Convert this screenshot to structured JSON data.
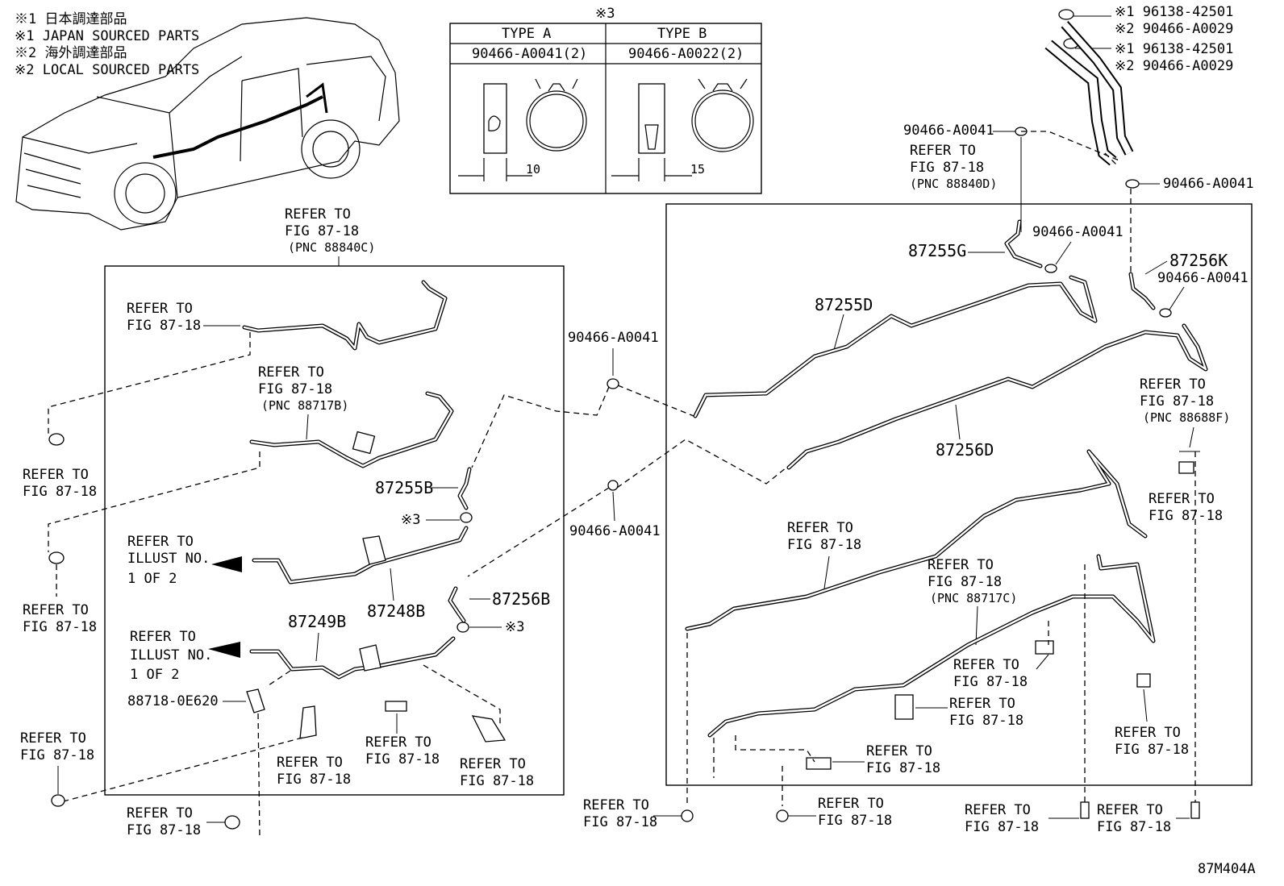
{
  "notes": {
    "line1": "※1 日本調達部品",
    "line2": "※1 JAPAN SOURCED PARTS",
    "line3": "※2 海外調達部品",
    "line4": "※2 LOCAL SOURCED PARTS"
  },
  "clip_table": {
    "title": "※3",
    "type_a": "TYPE A",
    "type_b": "TYPE B",
    "part_a": "90466-A0041(2)",
    "part_b": "90466-A0022(2)",
    "dim_a": "10",
    "dim_b": "15"
  },
  "top_right": {
    "line1": "※1 96138-42501",
    "line2": "※2 90466-A0029",
    "line3": "※1 96138-42501",
    "line4": "※2 90466-A0029"
  },
  "labels": {
    "refer_to": "REFER TO",
    "fig": "FIG 87-18",
    "pnc_88840c": "(PNC 88840C)",
    "pnc_88840d": "(PNC 88840D)",
    "pnc_88717b": "(PNC 88717B)",
    "pnc_88717c": "(PNC 88717C)",
    "pnc_88688f": "(PNC 88688F)",
    "illust": "ILLUST NO.",
    "one_of_two": "1 OF 2",
    "clip": "90466-A0041",
    "mark3": "※3"
  },
  "parts": {
    "p87255g": "87255G",
    "p87256k": "87256K",
    "p87255d": "87255D",
    "p87256d": "87256D",
    "p87255b": "87255B",
    "p87248b": "87248B",
    "p87256b": "87256B",
    "p87249b": "87249B",
    "p88718": "88718-0E620"
  },
  "illustration_code": "87M404A"
}
